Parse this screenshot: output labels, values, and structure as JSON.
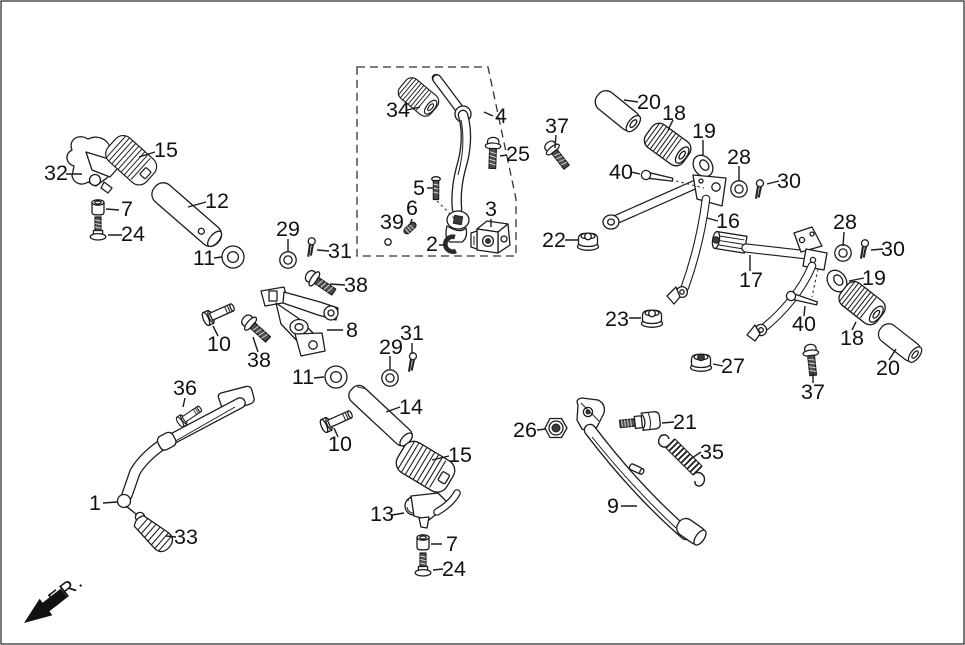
{
  "figure": {
    "type": "exploded-parts-diagram",
    "front_indicator": "FR.",
    "colors": {
      "line": "#1c1c1c",
      "thread_fill": "#4f4f4f",
      "background": "#ffffff"
    }
  },
  "callouts": [
    {
      "num": "32"
    },
    {
      "num": "15"
    },
    {
      "num": "7"
    },
    {
      "num": "24"
    },
    {
      "num": "12"
    },
    {
      "num": "11"
    },
    {
      "num": "29"
    },
    {
      "num": "31"
    },
    {
      "num": "38"
    },
    {
      "num": "8"
    },
    {
      "num": "38"
    },
    {
      "num": "10"
    },
    {
      "num": "11"
    },
    {
      "num": "29"
    },
    {
      "num": "31"
    },
    {
      "num": "14"
    },
    {
      "num": "10"
    },
    {
      "num": "15"
    },
    {
      "num": "13"
    },
    {
      "num": "7"
    },
    {
      "num": "24"
    },
    {
      "num": "36"
    },
    {
      "num": "1"
    },
    {
      "num": "33"
    },
    {
      "num": "34"
    },
    {
      "num": "4"
    },
    {
      "num": "25"
    },
    {
      "num": "5"
    },
    {
      "num": "6"
    },
    {
      "num": "39"
    },
    {
      "num": "2"
    },
    {
      "num": "3"
    },
    {
      "num": "37"
    },
    {
      "num": "20"
    },
    {
      "num": "18"
    },
    {
      "num": "19"
    },
    {
      "num": "40"
    },
    {
      "num": "28"
    },
    {
      "num": "30"
    },
    {
      "num": "16"
    },
    {
      "num": "22"
    },
    {
      "num": "17"
    },
    {
      "num": "28"
    },
    {
      "num": "30"
    },
    {
      "num": "19"
    },
    {
      "num": "18"
    },
    {
      "num": "20"
    },
    {
      "num": "40"
    },
    {
      "num": "23"
    },
    {
      "num": "27"
    },
    {
      "num": "37"
    },
    {
      "num": "26"
    },
    {
      "num": "21"
    },
    {
      "num": "35"
    },
    {
      "num": "9"
    }
  ]
}
